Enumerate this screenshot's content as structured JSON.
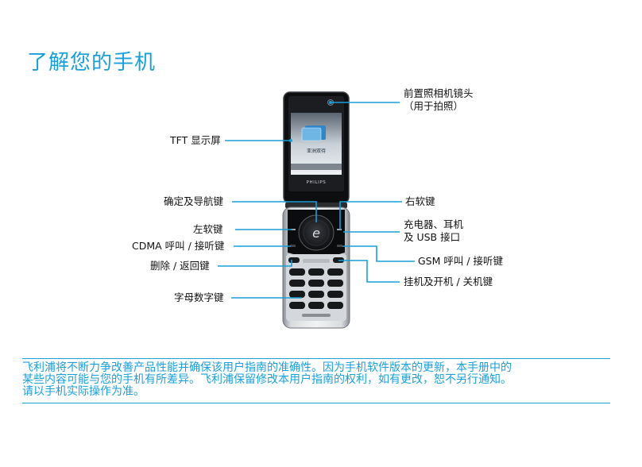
{
  "title": "了解您的手机",
  "labels": {
    "front_camera": [
      "前置照相机镜头",
      "（用于拍照）"
    ],
    "tft_screen": "TFT 显示屏",
    "confirm_nav": "确定及导航键",
    "left_soft": "左软键",
    "cdma_key": "CDMA 呼叫 / 接听键",
    "delete_back": "删除 / 返回键",
    "alnum": "字母数字键",
    "right_soft": "右软键",
    "charger_port": [
      "充电器、耳机",
      "及 USB 接口"
    ],
    "gsm_key": "GSM 呼叫 / 接听键",
    "power_key": "挂机及开机 / 关机键"
  },
  "phone": {
    "brand": "PHILIPS",
    "screen_text": "亚洲双待",
    "center_key": "e"
  },
  "notice": [
    "飞利浦将不断力争改善产品性能并确保该用户指南的准确性。因为手机软件版本的更新，本手册中的",
    "某些内容可能与您的手机有所差异。飞利浦保留修改本用户指南的权利，如有更改，恕不另行通知。",
    "请以手机实际操作为准。"
  ],
  "colors": {
    "accent": "#1a9fd8"
  }
}
